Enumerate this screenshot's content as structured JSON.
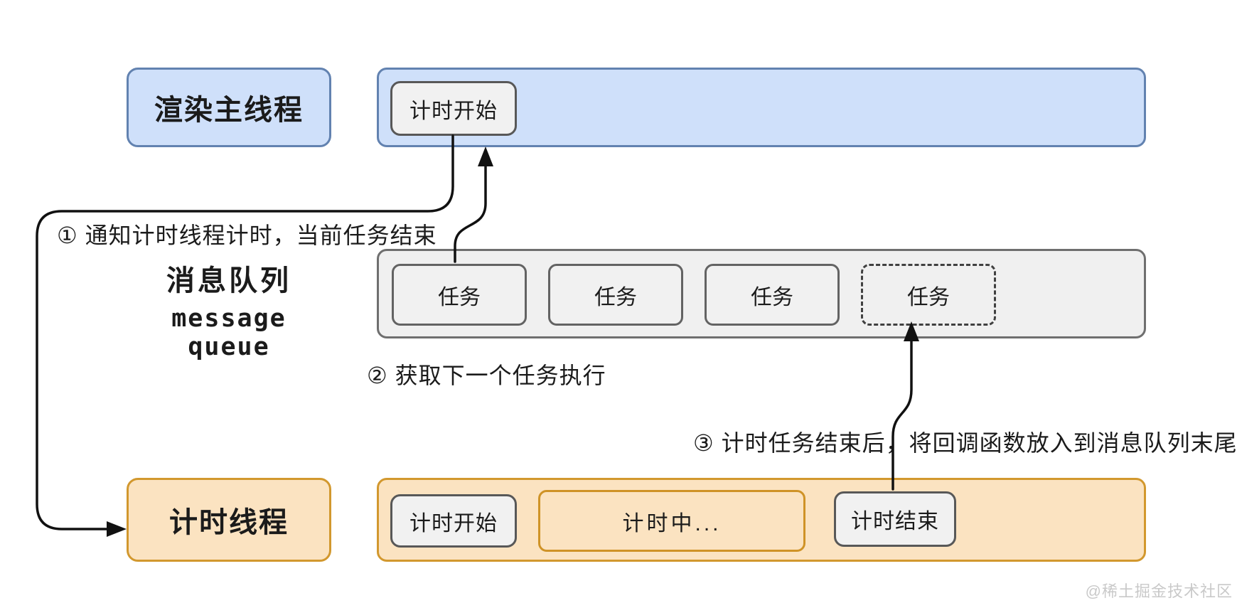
{
  "threads": {
    "renderer_label": "渲染主线程",
    "timer_label": "计时线程"
  },
  "main_bar": {
    "timer_start": "计时开始"
  },
  "queue": {
    "label_cn": "消息队列",
    "label_en": "message queue",
    "tasks": [
      "任务",
      "任务",
      "任务"
    ],
    "pending_task": "任务"
  },
  "timer_bar": {
    "start": "计时开始",
    "running": "计时中...",
    "end": "计时结束"
  },
  "annotations": {
    "step1": "① 通知计时线程计时，当前任务结束",
    "step2": "② 获取下一个任务执行",
    "step3": "③ 计时任务结束后，将回调函数放入到消息队列末尾"
  },
  "watermark": "@稀土掘金技术社区",
  "colors": {
    "blue_fill": "#cfe0fa",
    "blue_border": "#6282b0",
    "orange_fill": "#fbe3c1",
    "orange_border": "#d2982e",
    "gray_fill": "#f1f1f1",
    "gray_border": "#585858",
    "queue_fill": "#f0f0f0",
    "queue_border": "#6f6f6f",
    "connector": "#111111",
    "watermark_gray": "#c9c9c9"
  }
}
